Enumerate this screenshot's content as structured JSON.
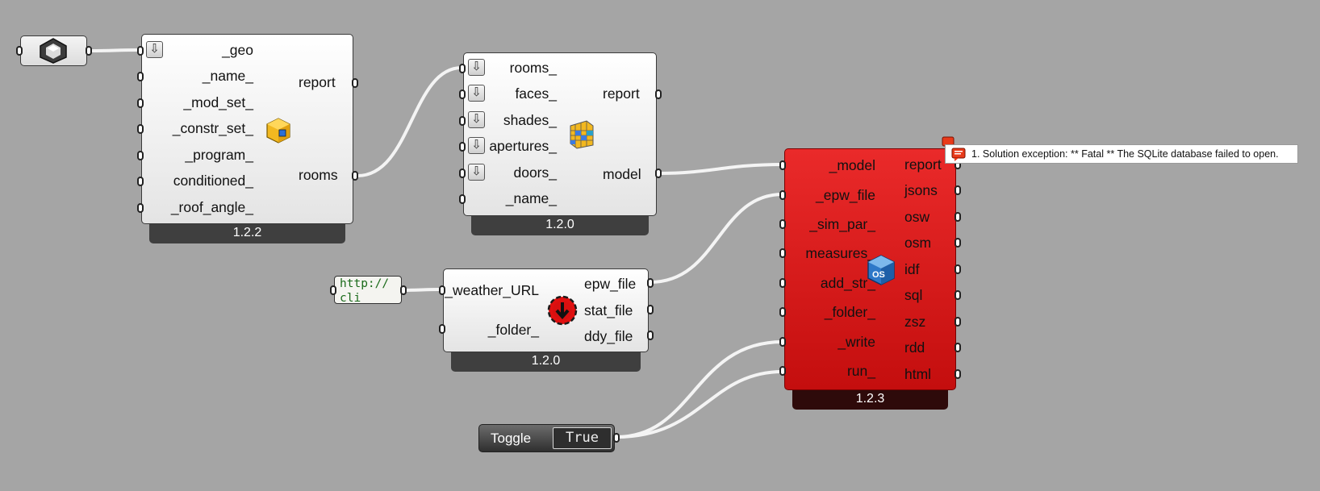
{
  "geometry_param": {
    "icon": "geometry-param-icon"
  },
  "room_comp": {
    "inputs": [
      "_geo",
      "_name_",
      "_mod_set_",
      "_constr_set_",
      "_program_",
      "conditioned_",
      "_roof_angle_"
    ],
    "outputs": [
      "report",
      "rooms"
    ],
    "icon": "room-cube-icon",
    "version": "1.2.2"
  },
  "model_comp": {
    "inputs": [
      "rooms_",
      "faces_",
      "shades_",
      "apertures_",
      "doors_",
      "_name_"
    ],
    "outputs": [
      "report",
      "model"
    ],
    "icon": "model-grid-icon",
    "version": "1.2.0"
  },
  "url_panel": {
    "text": "http://cli"
  },
  "weather_comp": {
    "inputs": [
      "_weather_URL",
      "_folder_"
    ],
    "outputs": [
      "epw_file",
      "stat_file",
      "ddy_file"
    ],
    "icon": "download-weather-icon",
    "version": "1.2.0"
  },
  "toggle": {
    "label": "Toggle",
    "value": "True"
  },
  "osm_comp": {
    "inputs": [
      "_model",
      "_epw_file",
      "_sim_par_",
      "measures_",
      "add_str_",
      "_folder_",
      "_write",
      "run_"
    ],
    "outputs": [
      "report",
      "jsons",
      "osw",
      "osm",
      "idf",
      "sql",
      "zsz",
      "rdd",
      "html"
    ],
    "icon": "openstudio-icon",
    "version": "1.2.3",
    "state": "error",
    "accent": "#d81818"
  },
  "error_tooltip": {
    "text": "1. Solution exception:  **  Fatal  ** The SQLite database failed to open."
  },
  "colors": {
    "canvas": "#a5a5a5",
    "wire": "#f4f4f4",
    "error": "#d81818"
  }
}
